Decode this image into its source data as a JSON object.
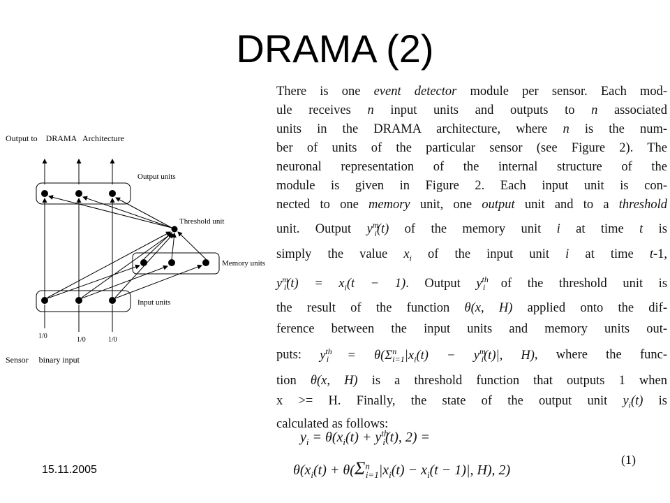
{
  "slide": {
    "title": "DRAMA (2)",
    "date": "15.11.2005"
  },
  "diagram": {
    "top_label": "Output to    DRAMA   Architecture",
    "output_units": "Output units",
    "threshold_unit": "Threshold unit",
    "memory_units": "Memory units",
    "input_units": "Input units",
    "val_1": "1/0",
    "val_2": "1/0",
    "val_3": "1/0",
    "bottom_label": "Sensor     binary input"
  },
  "text": {
    "l1a": "There is one ",
    "l1b": "event detector",
    "l1c": " module per sensor.  Each mod-",
    "l2a": "ule receives ",
    "l2b": "n",
    "l2c": " input units and outputs to ",
    "l2d": "n",
    "l2e": " associated",
    "l3a": "units in the DRAMA architecture, where ",
    "l3b": "n",
    "l3c": " is the num-",
    "l4": "ber of units of the particular sensor (see Figure 2).  The",
    "l5": "neuronal representation of the internal structure of the",
    "l6": "module is given in Figure 2.  Each input unit is con-",
    "l7a": "nected to one ",
    "l7b": "memory",
    "l7c": " unit, one ",
    "l7d": "output",
    "l7e": " unit and to a ",
    "l7f": "threshold",
    "l8a": "unit.  Output ",
    "l8b": "y",
    "l8c": "m",
    "l8d": "i",
    "l8e": "(t)",
    "l8f": " of the memory unit ",
    "l8g": "i",
    "l8h": " at time ",
    "l8i": "t",
    "l8j": " is",
    "l9a": "simply the value ",
    "l9b": "x",
    "l9c": "i",
    "l9d": " of the input unit ",
    "l9e": "i",
    "l9f": " at time ",
    "l9g": "t",
    "l9h": "-1,",
    "l10a": "y",
    "l10b": "m",
    "l10c": "i",
    "l10d": "(t) = x",
    "l10e": "i",
    "l10f": "(t − 1)",
    "l10g": ".   Output  ",
    "l10h": "y",
    "l10i": "th",
    "l10j": "i",
    "l10k": " of the threshold unit is",
    "l11a": "the result of the function ",
    "l11b": "θ(x, H)",
    "l11c": " applied onto the dif-",
    "l12": "ference between the input units and memory units out-",
    "l13a": "puts:  ",
    "l13b": "y",
    "l13c": "th",
    "l13d": "i",
    "l13e": " = θ(Σ",
    "l13f": "n",
    "l13g": "i=1",
    "l13h": "|x",
    "l13i": "i",
    "l13j": "(t) − y",
    "l13k": "m",
    "l13l": "i",
    "l13m": "(t)|, H)",
    "l13n": ", where the func-",
    "l14a": "tion ",
    "l14b": "θ(x, H)",
    "l14c": " is a threshold function that outputs 1 when",
    "l15": "x >= H.   Finally, the state of the output unit ",
    "l15b": "y",
    "l15c": "i",
    "l15d": "(t)",
    "l15e": " is",
    "l16": "calculated as follows:"
  },
  "equation": {
    "r1a": "y",
    "r1b": "i",
    "r1c": " = θ(x",
    "r1d": "i",
    "r1e": "(t) + y",
    "r1f": "th",
    "r1g": "i",
    "r1h": "(t), 2) =",
    "r2a": "θ(x",
    "r2b": "i",
    "r2c": "(t) + θ(",
    "r2d": "Σ",
    "r2e": "n",
    "r2f": "i=1",
    "r2g": "|x",
    "r2h": "i",
    "r2i": "(t) − x",
    "r2j": "i",
    "r2k": "(t − 1)|, H), 2)",
    "number": "(1)"
  }
}
